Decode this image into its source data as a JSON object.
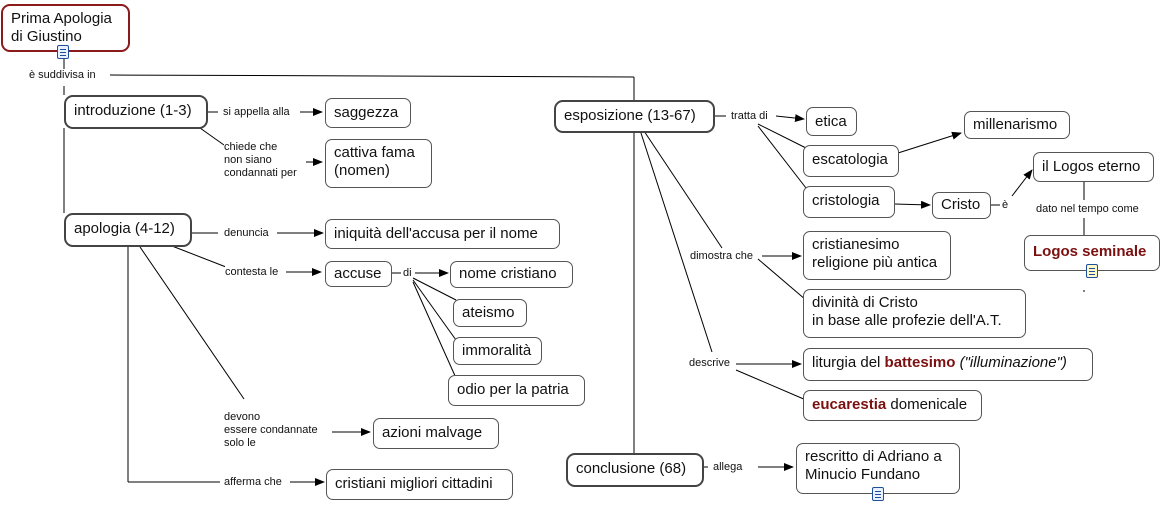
{
  "nodes": {
    "root_line1": "Prima Apologia",
    "root_line2": "di Giustino",
    "introduzione": "introduzione (1-3)",
    "saggezza": "saggezza",
    "cattiva_fama_1": "cattiva fama",
    "cattiva_fama_2": "(nomen)",
    "apologia": "apologia (4-12)",
    "iniquita": "iniquità dell'accusa per il nome",
    "accuse": "accuse",
    "nome_cristiano": "nome cristiano",
    "ateismo": "ateismo",
    "immoralita": "immoralità",
    "odio": "odio per la patria",
    "azioni_malvage": "azioni malvage",
    "cristiani_migliori": "cristiani migliori cittadini",
    "esposizione": "esposizione (13-67)",
    "etica": "etica",
    "escatologia": "escatologia",
    "millenarismo": "millenarismo",
    "cristologia": "cristologia",
    "cristo": "Cristo",
    "logos_eterno": "il Logos eterno",
    "logos_seminale": "Logos seminale",
    "cristianesimo_1": "cristianesimo",
    "cristianesimo_2": "religione più antica",
    "divinita_1": "divinità di Cristo",
    "divinita_2": "in base alle profezie dell'A.T.",
    "liturgia_pre": "liturgia del ",
    "liturgia_bold": "battesimo",
    "liturgia_it": "(\"illuminazione\")",
    "eucarestia_bold": "eucarestia",
    "eucarestia_post": " domenicale",
    "conclusione": "conclusione (68)",
    "rescritto_1": "rescritto di Adriano a",
    "rescritto_2": "Minucio Fundano"
  },
  "links": {
    "suddivisa": "è suddivisa in",
    "appella": "si appella alla",
    "chiede_1": "chiede che",
    "chiede_2": "non siano",
    "chiede_3": "condannati per",
    "denuncia": "denuncia",
    "contesta": "contesta le",
    "di": "di",
    "devono_1": "devono",
    "devono_2": "essere condannate",
    "devono_3": "solo le",
    "afferma": "afferma che",
    "tratta": "tratta di",
    "e": "è",
    "dato": "dato nel tempo come",
    "dimostra": "dimostra che",
    "descrive": "descrive",
    "allega": "allega"
  },
  "colors": {
    "highlight": "#7b1010",
    "root_border": "#8b1a1a",
    "line": "#000000"
  },
  "icons": [
    "document-icon"
  ]
}
